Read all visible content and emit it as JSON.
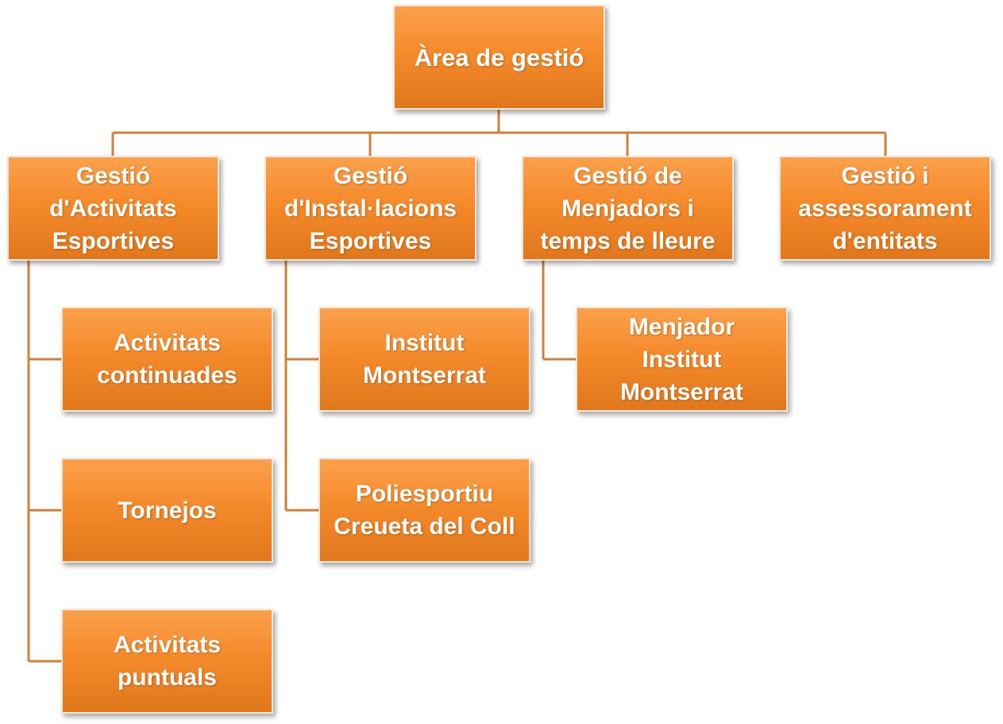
{
  "diagram": {
    "root": {
      "label": "Àrea de gestió"
    },
    "branches": [
      {
        "label": "Gestió\nd'Activitats\nEsportives",
        "children": [
          {
            "label": "Activitats\ncontinuades"
          },
          {
            "label": "Tornejos"
          },
          {
            "label": "Activitats\npuntuals"
          }
        ]
      },
      {
        "label": "Gestió\nd'Instal·lacions\nEsportives",
        "children": [
          {
            "label": "Institut\nMontserrat"
          },
          {
            "label": "Poliesportiu\nCreueta del Coll"
          }
        ]
      },
      {
        "label": "Gestió de\nMenjadors i\ntemps de lleure",
        "children": [
          {
            "label": "Menjador\nInstitut\nMontserrat"
          }
        ]
      },
      {
        "label": "Gestió i\nassessorament\nd'entitats",
        "children": []
      }
    ],
    "colors": {
      "box_fill": "#f58a2b",
      "box_border": "#f7e6d4",
      "connector": "#d0803a",
      "text": "#ffffff"
    }
  }
}
